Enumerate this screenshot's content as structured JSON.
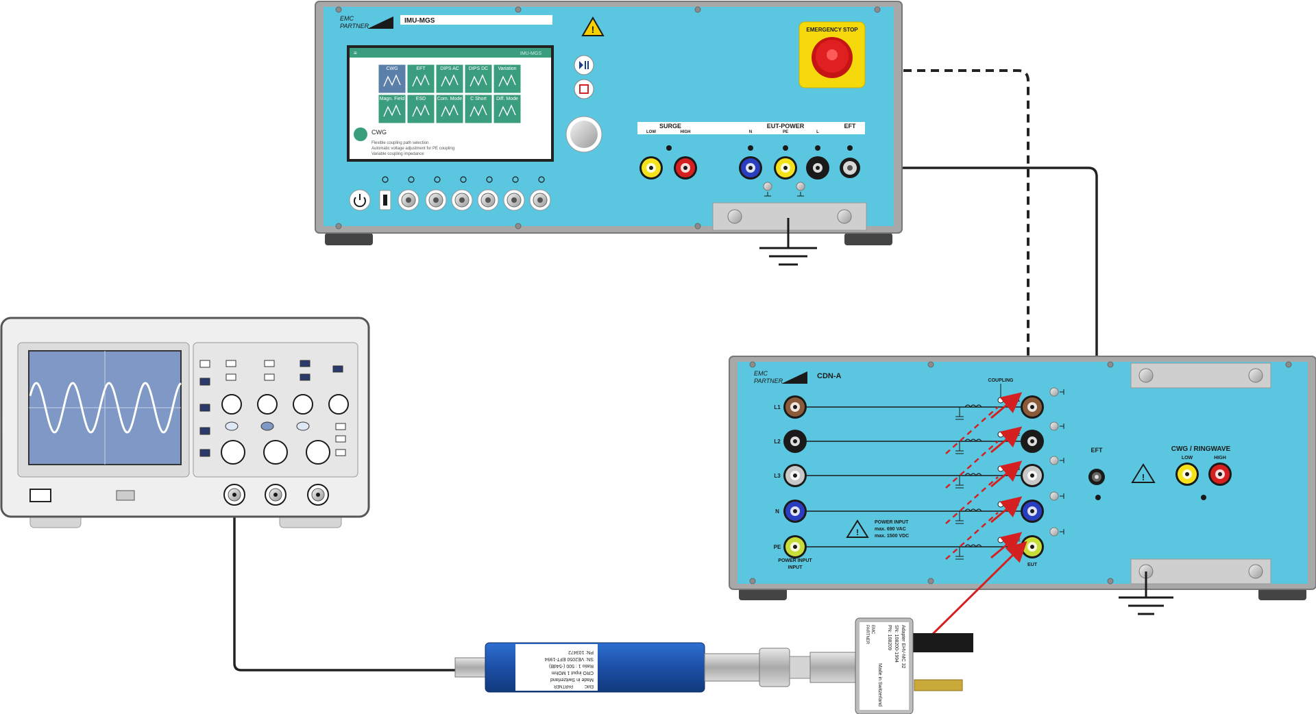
{
  "generator": {
    "brand_line1": "EMC",
    "brand_line2": "PARTNER",
    "model": "IMU-MGS",
    "emergency_stop": "EMERGENCY STOP",
    "screen": {
      "title_right": "IMU-MGS",
      "tiles_row1": [
        "CWG",
        "EFT",
        "DIPS AC",
        "DIPS DC",
        "Variation"
      ],
      "tiles_row2": [
        "Magn. Field",
        "ESD",
        "Com. Mode",
        "C Short",
        "Diff. Mode"
      ],
      "selected_title": "CWG",
      "features": [
        "Flexible coupling path selection",
        "Automatic voltage adjustment for PE coupling",
        "Variable coupling impedance"
      ]
    },
    "surge_label": "SURGE",
    "surge_low": "LOW",
    "surge_high": "HIGH",
    "eut_power_label": "EUT-POWER",
    "eut_n": "N",
    "eut_pe": "PE",
    "eut_l": "L",
    "eft_label": "EFT"
  },
  "cdn": {
    "brand_line1": "EMC",
    "brand_line2": "PARTNER",
    "model": "CDN-A",
    "coupling": "COUPLING",
    "lines": [
      "L1",
      "L2",
      "L3",
      "N",
      "PE"
    ],
    "power_input": "POWER INPUT",
    "eut": "EUT",
    "power_input_box": [
      "POWER INPUT",
      "max.   690 VAC",
      "max. 1500 VDC"
    ],
    "eft_label": "EFT",
    "cwg_label": "CWG / RINGWAVE",
    "cwg_low": "LOW",
    "cwg_high": "HIGH"
  },
  "attenuator": {
    "brand_line1": "EMC",
    "brand_line2": "PARTNER",
    "pn": "PN:    103472",
    "sn": "SN: VE2050 EFT-1994",
    "ratio": "Ratio 1 : 500   (-54dB)",
    "cro": "CRO input 1 MOhm",
    "made": "Made in Switzerland"
  },
  "adapter": {
    "brand_line1": "EMC",
    "brand_line2": "PARTNER",
    "name": "Adapter EHV-MC 32",
    "sn": "SN:  108200-1994",
    "pn": "PN:  108209",
    "made": "Made in Switzerland"
  },
  "colors": {
    "panel": "#5bc6df",
    "frame": "#9a9a9a",
    "screen_tile": "#3a9d7e",
    "red_arrow": "#d42020",
    "osc_screen": "#7f98c5"
  }
}
